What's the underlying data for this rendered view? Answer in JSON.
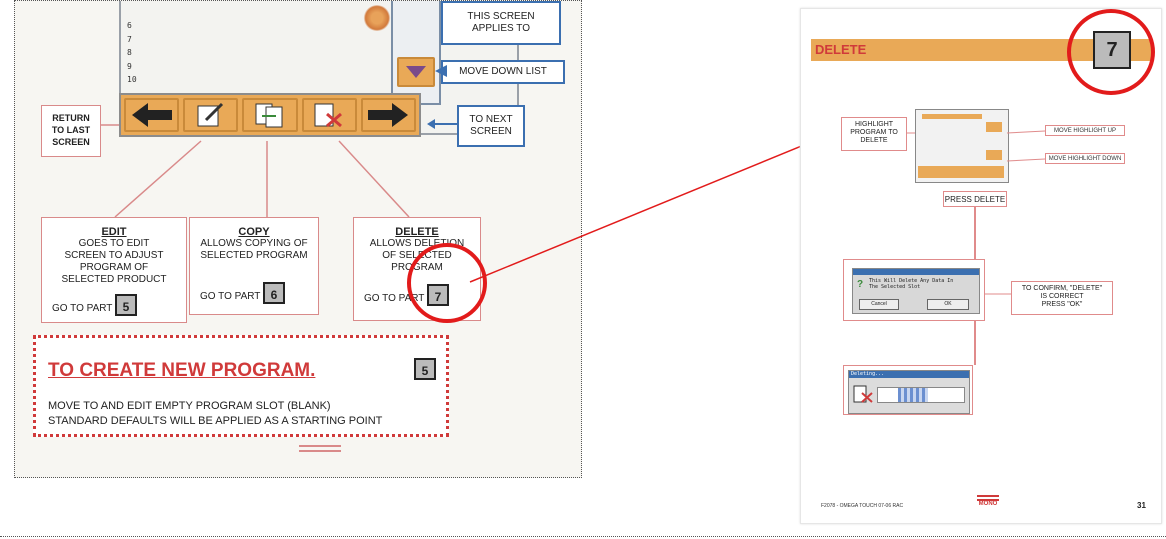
{
  "left_scan": {
    "list_numbers": [
      "6",
      "7",
      "8",
      "9",
      "10"
    ],
    "screen_applies_label": "THIS SCREEN\nAPPLIES TO",
    "move_down_label": "MOVE DOWN LIST",
    "return_label": "RETURN\nTO LAST\nSCREEN",
    "next_label": "TO NEXT\nSCREEN",
    "edit": {
      "title": "EDIT",
      "desc": "GOES TO EDIT\nSCREEN TO ADJUST\nPROGRAM OF\nSELECTED PRODUCT",
      "go": "GO TO PART",
      "part": "5"
    },
    "copy": {
      "title": "COPY",
      "desc": "ALLOWS COPYING OF\nSELECTED PROGRAM",
      "go": "GO TO PART",
      "part": "6"
    },
    "delete": {
      "title": "DELETE",
      "desc": "ALLOWS DELETION\nOF SELECTED\nPROGRAM",
      "go": "GO TO PART",
      "part": "7"
    },
    "create": {
      "title": "TO CREATE NEW PROGRAM.",
      "part": "5",
      "line1": "MOVE TO AND EDIT EMPTY PROGRAM SLOT (BLANK)",
      "line2": "STANDARD DEFAULTS WILL BE APPLIED AS A STARTING POINT"
    }
  },
  "right_page": {
    "header": "DELETE",
    "part": "7",
    "highlight_label": "HIGHLIGHT\nPROGRAM TO\nDELETE",
    "move_up_label": "MOVE HIGHLIGHT UP",
    "move_down_label": "MOVE HIGHLIGHT DOWN",
    "press_delete_label": "PRESS DELETE",
    "dialog_text": "This Will Delete Any Data In\nThe Selected Slot",
    "dialog_cancel": "Cancel",
    "dialog_ok": "OK",
    "confirm_label": "TO CONFIRM, \"DELETE\"\nIS CORRECT\nPRESS \"OK\"",
    "deleting_title": "Deleting...",
    "footer_left": "F2078 - OMEGA TOUCH   07-06 RAC",
    "footer_logo": "MONO",
    "page_number": "31"
  },
  "colors": {
    "accent_orange": "#e9a957",
    "circle_red": "#e21b1b",
    "box_blue": "#3b6fb0"
  }
}
